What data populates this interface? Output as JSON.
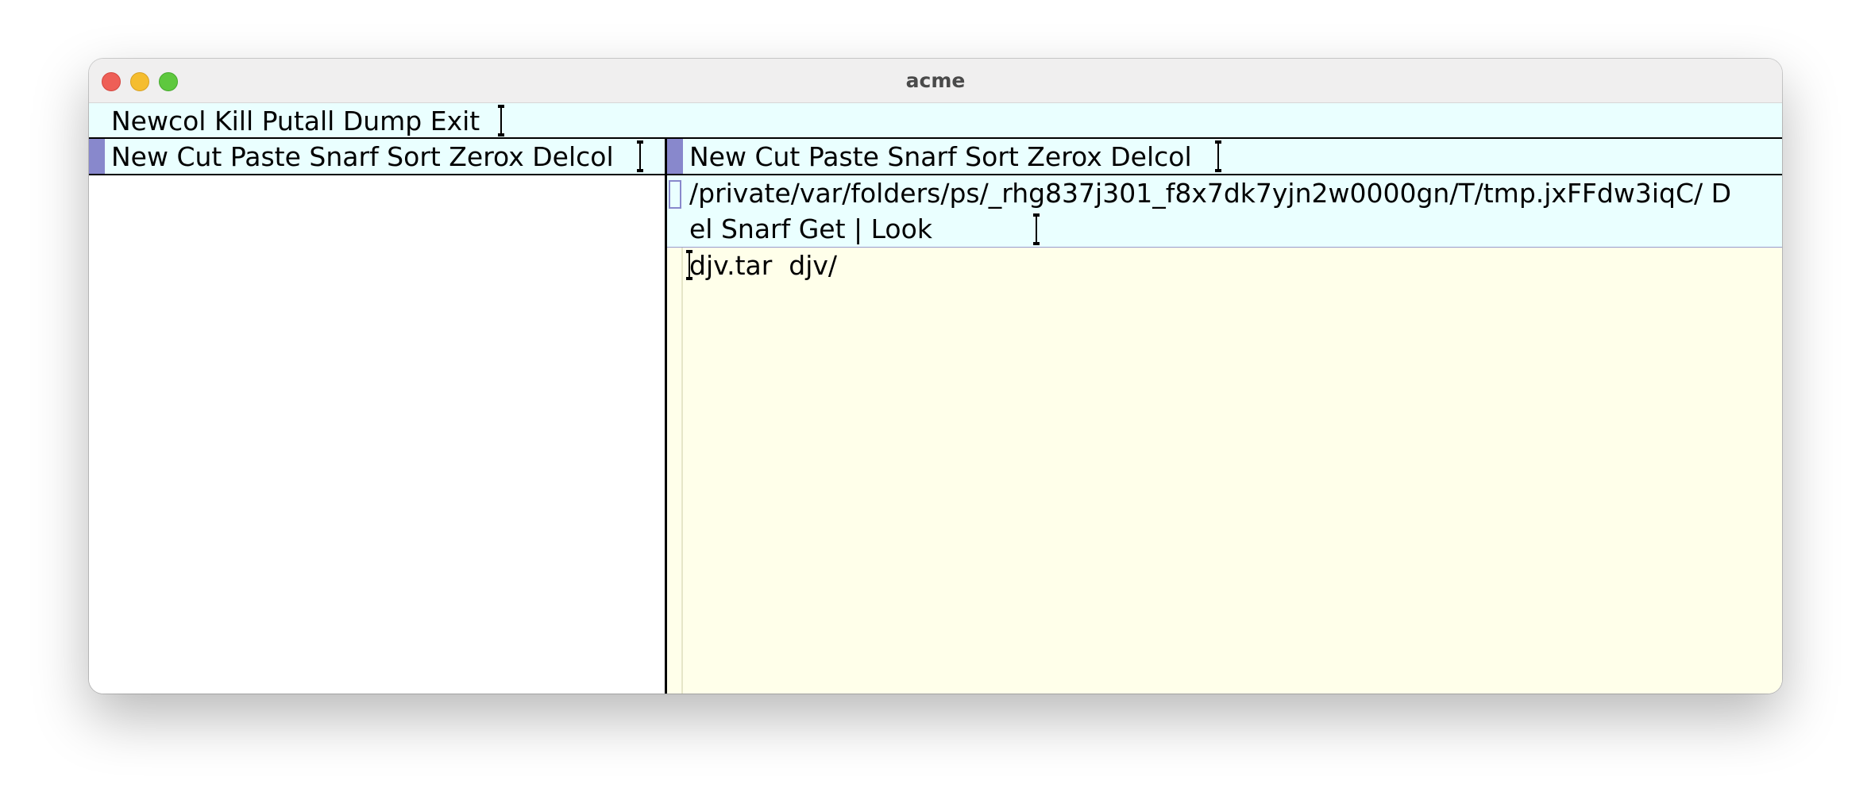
{
  "window": {
    "title": "acme"
  },
  "row_tag": {
    "text": "Newcol Kill Putall Dump Exit"
  },
  "columns": [
    {
      "tag": "New Cut Paste Snarf Sort Zerox Delcol"
    },
    {
      "tag": "New Cut Paste Snarf Sort Zerox Delcol",
      "window": {
        "tag_line_1": "/private/var/folders/ps/_rhg837j301_f8x7dk7yjn2w0000gn/T/tmp.jxFFdw3iqC/ D",
        "tag_line_2": "el Snarf Get | Look",
        "body": "djv.tar  djv/"
      }
    }
  ],
  "colors": {
    "tag_background": "#eaffff",
    "body_background": "#ffffea",
    "column_box": "#8888cc",
    "border": "#000000"
  }
}
